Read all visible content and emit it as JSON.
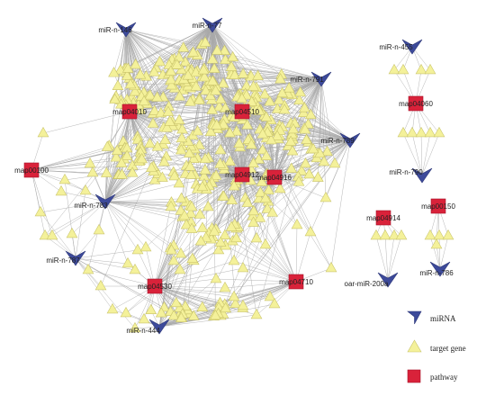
{
  "colors": {
    "mirna": "#3d4a9a",
    "target_gene": "#f4f19a",
    "pathway": "#d9223a",
    "edge": "#a9a9a9"
  },
  "mirnas": [
    {
      "id": "m146",
      "label": "miR-n-146"
    },
    {
      "id": "m77",
      "label": "miR-n-77"
    },
    {
      "id": "m791",
      "label": "miR-n-791"
    },
    {
      "id": "m789",
      "label": "miR-n-789"
    },
    {
      "id": "m783",
      "label": "miR-n-783"
    },
    {
      "id": "m787",
      "label": "miR-n-787"
    },
    {
      "id": "m444",
      "label": "miR-n-444"
    },
    {
      "id": "m455",
      "label": "miR-n-455"
    },
    {
      "id": "m790",
      "label": "miR-n-790"
    },
    {
      "id": "m200a",
      "label": "oar-miR-200a"
    },
    {
      "id": "m786",
      "label": "miR-n-786"
    }
  ],
  "pathways": [
    {
      "id": "p04010",
      "label": "map04010"
    },
    {
      "id": "p04510",
      "label": "map04510"
    },
    {
      "id": "p00100",
      "label": "map00100"
    },
    {
      "id": "p04912",
      "label": "map04912"
    },
    {
      "id": "p04916",
      "label": "map04916"
    },
    {
      "id": "p04530",
      "label": "map04530"
    },
    {
      "id": "p04710",
      "label": "map04710"
    },
    {
      "id": "p04060",
      "label": "map04060"
    },
    {
      "id": "p04914",
      "label": "map04914"
    },
    {
      "id": "p00150",
      "label": "map00150"
    }
  ],
  "legend": {
    "mirna": "miRNA",
    "target_gene": "target gene",
    "pathway": "pathway"
  }
}
